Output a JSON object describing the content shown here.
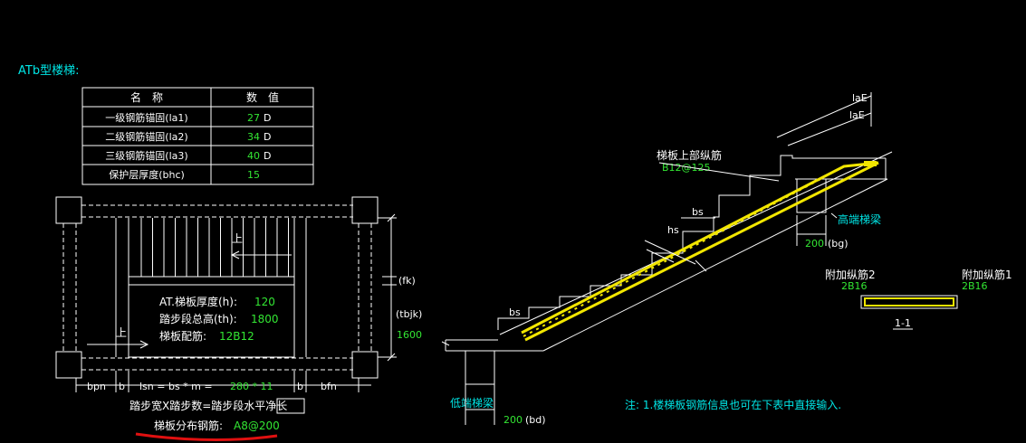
{
  "title": "ATb型楼梯:",
  "table": {
    "headers": [
      "名　称",
      "数　值"
    ],
    "rows": [
      {
        "name": "一级钢筋锚固(la1)",
        "value": "27",
        "unit": "D"
      },
      {
        "name": "二级钢筋锚固(la2)",
        "value": "34",
        "unit": "D"
      },
      {
        "name": "三级钢筋锚固(la3)",
        "value": "40",
        "unit": "D"
      },
      {
        "name": "保护层厚度(bhc)",
        "value": "15",
        "unit": ""
      }
    ]
  },
  "plan": {
    "up1": "上",
    "up2": "上",
    "thickness_label": "AT.梯板厚度(h):",
    "thickness_value": "120",
    "height_label": "踏步段总高(th):",
    "height_value": "1800",
    "rebar_label": "梯板配筋:",
    "rebar_value": "12B12",
    "fk": "(fk)",
    "tbjk": "(tbjk)",
    "tbjk_value": "1600",
    "bpn": "bpn",
    "b1": "b",
    "b2": "b",
    "bfn": "bfn",
    "lsn_formula": "lsn = bs * m =",
    "lsn_value": "280 * 11",
    "formula_note": "踏步宽X踏步数=踏步段水平净长",
    "dist_label": "梯板分布钢筋:",
    "dist_value": "A8@200"
  },
  "section": {
    "top_rebar_label": "梯板上部纵筋",
    "top_rebar_value": "B12@125",
    "laE1": "laE",
    "laE2": "laE",
    "bs_top": "bs",
    "bs_bottom": "bs",
    "hs": "hs",
    "high_beam": "高端梯梁",
    "bg_value": "200",
    "bg_label": "(bg)",
    "low_beam": "低端梯梁",
    "bd_value": "200",
    "bd_label": "(bd)"
  },
  "detail": {
    "add_rebar2_label": "附加纵筋2",
    "add_rebar2_value": "2B16",
    "add_rebar1_label": "附加纵筋1",
    "add_rebar1_value": "2B16",
    "section_mark": "1-1"
  },
  "note": "注: 1.楼梯板钢筋信息也可在下表中直接输入.",
  "colors": {
    "cyan": "#00e5e5",
    "green": "#33e633",
    "yellow": "#f2e600",
    "red": "#e01010",
    "white": "#ffffff"
  }
}
